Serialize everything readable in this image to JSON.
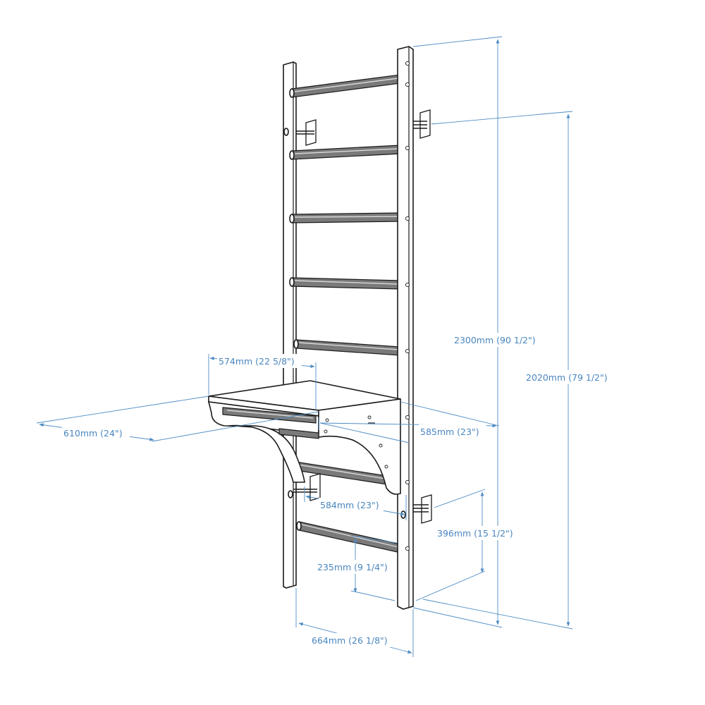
{
  "dimensions": {
    "total_height": "2300mm (90 1/2\")",
    "mount_height": "2020mm (79 1/2\")",
    "bar_depth": "574mm (22 5/8\")",
    "bar_length": "610mm (24\")",
    "bar_width": "585mm (23\")",
    "wall_distance": "584mm (23\")",
    "lower_mount_height": "396mm (15 1/2\")",
    "bottom_rung_height": "235mm (9 1/4\")",
    "ladder_width": "664mm (26 1/8\")"
  },
  "colors": {
    "dimension_line": "#4f8cc4",
    "dimension_text": "#4a86bf",
    "outline": "#1a1a1a",
    "rung_fill": "#7a7a7a"
  }
}
